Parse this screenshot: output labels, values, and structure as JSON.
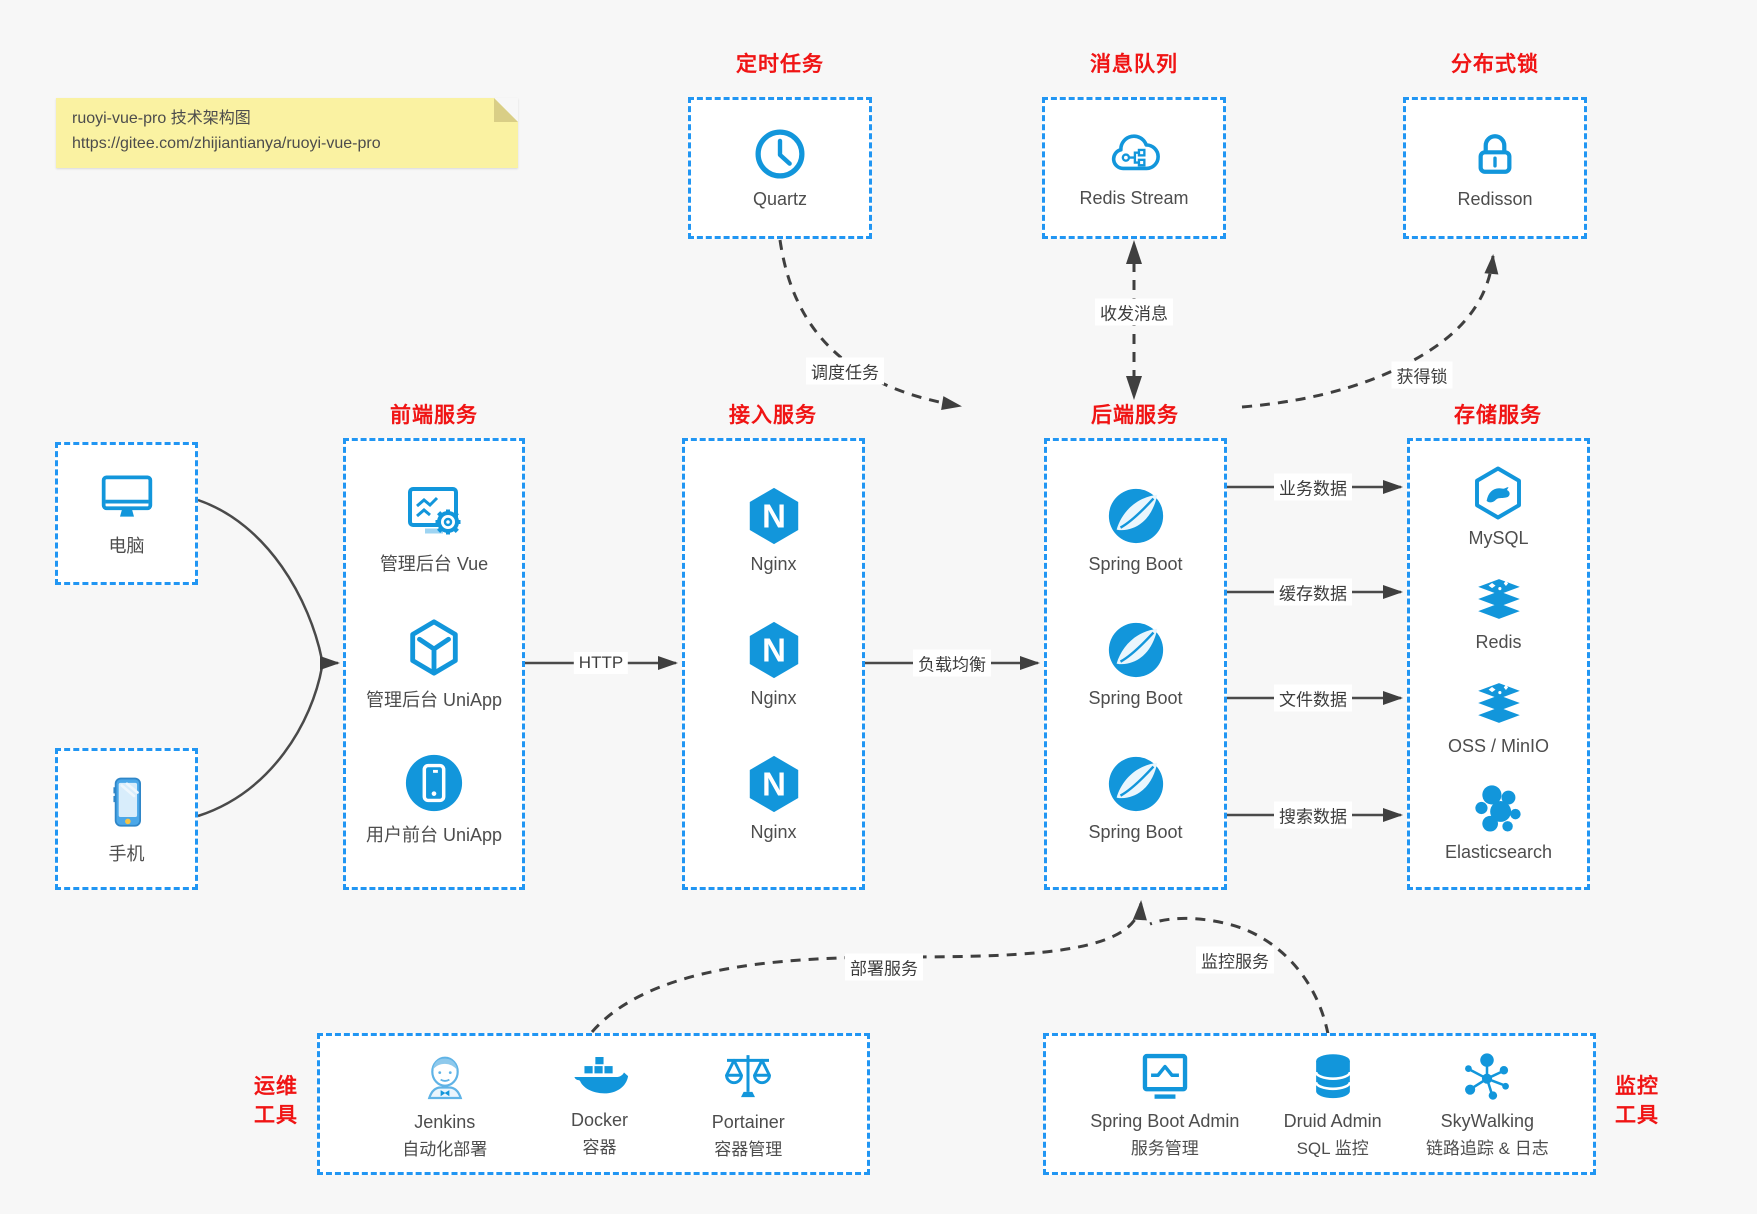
{
  "note": {
    "line1": "ruoyi-vue-pro 技术架构图",
    "line2": "https://gitee.com/zhijiantianya/ruoyi-vue-pro"
  },
  "colors": {
    "accent_blue": "#1296db",
    "border_blue": "#2196f3",
    "title_red": "#f01414",
    "note_bg": "#faf2a2",
    "arrow_dark": "#3f3f3f"
  },
  "groups": {
    "scheduler": {
      "title": "定时任务",
      "item": {
        "label": "Quartz",
        "icon": "clock-icon"
      }
    },
    "mq": {
      "title": "消息队列",
      "item": {
        "label": "Redis Stream",
        "icon": "cloud-stream-icon"
      }
    },
    "lock": {
      "title": "分布式锁",
      "item": {
        "label": "Redisson",
        "icon": "lock-icon"
      }
    },
    "clients": {
      "pc": "电脑",
      "phone": "手机"
    },
    "frontend": {
      "title": "前端服务",
      "items": [
        {
          "label": "管理后台 Vue",
          "icon": "admin-vue-icon"
        },
        {
          "label": "管理后台 UniApp",
          "icon": "cube-icon"
        },
        {
          "label": "用户前台 UniApp",
          "icon": "phone-circle-icon"
        }
      ]
    },
    "gateway": {
      "title": "接入服务",
      "items": [
        {
          "label": "Nginx"
        },
        {
          "label": "Nginx"
        },
        {
          "label": "Nginx"
        }
      ]
    },
    "backend": {
      "title": "后端服务",
      "items": [
        {
          "label": "Spring Boot"
        },
        {
          "label": "Spring Boot"
        },
        {
          "label": "Spring Boot"
        }
      ]
    },
    "storage": {
      "title": "存储服务",
      "items": [
        {
          "label": "MySQL",
          "icon": "mysql-icon"
        },
        {
          "label": "Redis",
          "icon": "db-stack-icon"
        },
        {
          "label": "OSS / MinIO",
          "icon": "db-stack-icon"
        },
        {
          "label": "Elasticsearch",
          "icon": "elasticsearch-icon"
        }
      ]
    },
    "devops": {
      "side_label_line1": "运维",
      "side_label_line2": "工具",
      "items": [
        {
          "name": "Jenkins",
          "desc": "自动化部署",
          "icon": "jenkins-icon"
        },
        {
          "name": "Docker",
          "desc": "容器",
          "icon": "docker-icon"
        },
        {
          "name": "Portainer",
          "desc": "容器管理",
          "icon": "portainer-icon"
        }
      ]
    },
    "monitoring": {
      "side_label_line1": "监控",
      "side_label_line2": "工具",
      "items": [
        {
          "name": "Spring Boot Admin",
          "desc": "服务管理",
          "icon": "admin-monitor-icon"
        },
        {
          "name": "Druid Admin",
          "desc": "SQL 监控",
          "icon": "database-icon"
        },
        {
          "name": "SkyWalking",
          "desc": "链路追踪 & 日志",
          "icon": "topology-icon"
        }
      ]
    }
  },
  "edges": {
    "schedule_task": "调度任务",
    "send_receive": "收发消息",
    "acquire_lock": "获得锁",
    "http": "HTTP",
    "load_balance": "负载均衡",
    "biz_data": "业务数据",
    "cache_data": "缓存数据",
    "file_data": "文件数据",
    "search_data": "搜索数据",
    "deploy": "部署服务",
    "monitor": "监控服务"
  }
}
